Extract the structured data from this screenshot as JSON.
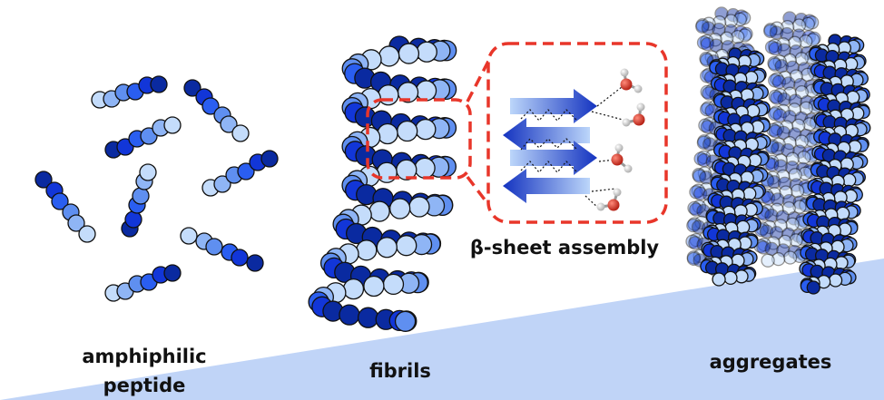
{
  "figure": {
    "labels": {
      "peptide": "amphiphilic\npeptide",
      "peptide_line1": "amphiphilic",
      "peptide_line2": "peptide",
      "fibrils": "fibrils",
      "aggregates": "aggregates",
      "assembly": "β-sheet assembly"
    },
    "stages": [
      "amphiphilic peptide",
      "fibrils",
      "aggregates"
    ],
    "colors": {
      "background_wedge": "#c0d4f7",
      "highlight_dash": "#e8362a",
      "bead_shades": [
        "#0a2aa0",
        "#1236d8",
        "#2a5ef0",
        "#5f8ff0",
        "#8fb5f5",
        "#c4dcfb"
      ],
      "oxygen": "#cc2a1a",
      "hydrogen": "#d8d8d8"
    }
  }
}
